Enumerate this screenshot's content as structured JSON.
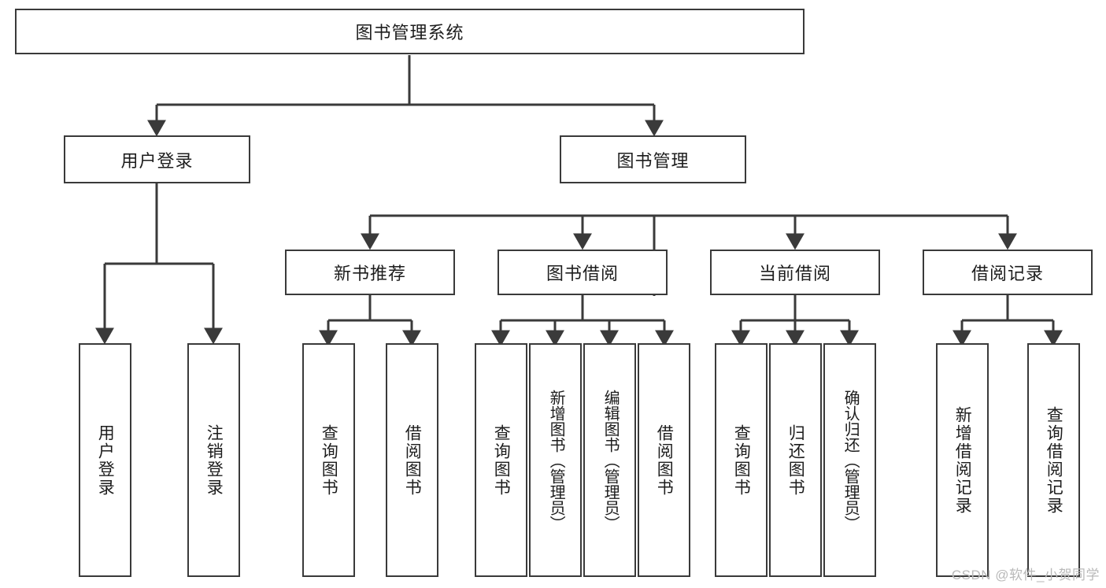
{
  "diagram": {
    "title": "图书管理系统",
    "type": "tree-hierarchy-chart",
    "root": {
      "label": "图书管理系统"
    },
    "level2": [
      {
        "label": "用户登录"
      },
      {
        "label": "图书管理"
      }
    ],
    "level3": [
      {
        "label": "新书推荐"
      },
      {
        "label": "图书借阅"
      },
      {
        "label": "当前借阅"
      },
      {
        "label": "借阅记录"
      }
    ],
    "leaves": {
      "user_login": [
        {
          "label": "用户登录"
        },
        {
          "label": "注销登录"
        }
      ],
      "new_book_recommend": [
        {
          "label": "查询图书"
        },
        {
          "label": "借阅图书"
        }
      ],
      "book_borrow": [
        {
          "label": "查询图书"
        },
        {
          "label": "新增图书（管理员）"
        },
        {
          "label": "编辑图书（管理员）"
        },
        {
          "label": "借阅图书"
        }
      ],
      "current_borrow": [
        {
          "label": "查询图书"
        },
        {
          "label": "归还图书"
        },
        {
          "label": "确认归还（管理员）"
        }
      ],
      "borrow_record": [
        {
          "label": "新增借阅记录"
        },
        {
          "label": "查询借阅记录"
        }
      ]
    },
    "watermark": "CSDN @软件_小贺同学",
    "colors": {
      "stroke": "#3a3a3a",
      "fill": "#ffffff",
      "text": "#1d1d1d",
      "watermark": "#b9b9b9"
    }
  }
}
